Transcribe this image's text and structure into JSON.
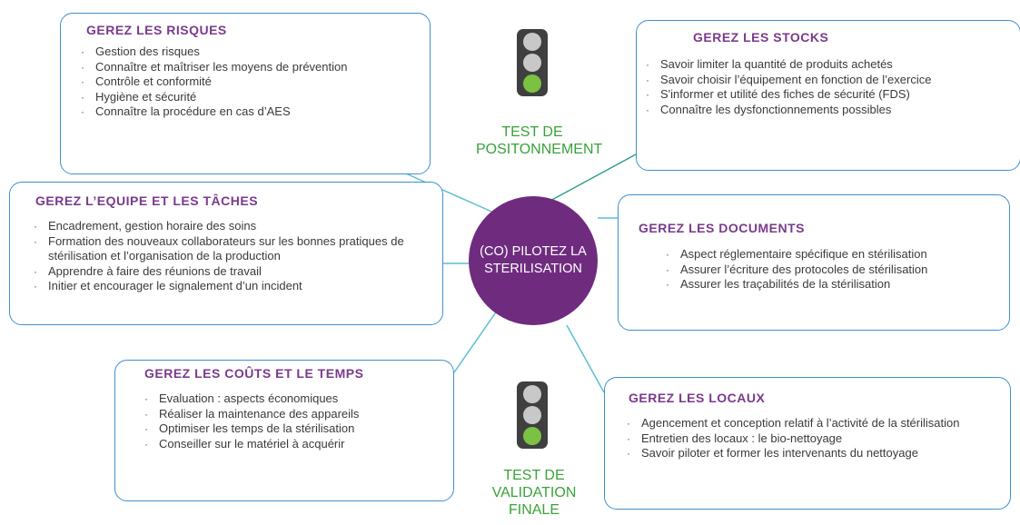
{
  "center": {
    "title": "(CO) PILOTEZ LA STERILISATION"
  },
  "tests": [
    {
      "label_line1": "TEST DE",
      "label_line2": "POSITONNEMENT",
      "label_line3": "",
      "active_lamp": "green"
    },
    {
      "label_line1": "TEST DE",
      "label_line2": "VALIDATION",
      "label_line3": "FINALE",
      "active_lamp": "green"
    }
  ],
  "boxes": {
    "risques": {
      "title": "GEREZ LES RISQUES",
      "items": [
        "Gestion des risques",
        "Connaître et maîtriser les moyens de prévention",
        "Contrôle et conformité",
        "Hygiène et sécurité",
        "Connaître la procédure en cas d’AES"
      ]
    },
    "stocks": {
      "title": "GEREZ LES STOCKS",
      "items": [
        "Savoir limiter la quantité de produits achetés",
        "Savoir choisir l’équipement en fonction de l’exercice",
        "S'informer et utilité des fiches de sécurité (FDS)",
        "Connaître les dysfonctionnements possibles"
      ]
    },
    "equipe": {
      "title": "GEREZ L’EQUIPE ET LES TÂCHES",
      "items": [
        "Encadrement, gestion horaire des soins",
        "Formation des nouveaux collaborateurs sur les bonnes pratiques de stérilisation et l’organisation de la production",
        "Apprendre à faire des réunions de travail",
        "Initier et encourager le signalement d’un incident"
      ]
    },
    "documents": {
      "title": "GEREZ LES DOCUMENTS",
      "items": [
        "Aspect réglementaire spécifique en stérilisation",
        "Assurer l’écriture des protocoles de stérilisation",
        "Assurer les traçabilités de la stérilisation"
      ]
    },
    "couts": {
      "title": "GEREZ LES COÛTS ET LE TEMPS",
      "items": [
        "Evaluation : aspects économiques",
        "Réaliser la maintenance des appareils",
        "Optimiser les temps de la stérilisation",
        "Conseiller sur le matériel à acquérir"
      ]
    },
    "locaux": {
      "title": "GEREZ LES LOCAUX",
      "items": [
        "Agencement et conception relatif à l’activité de la stérilisation",
        "Entretien des locaux : le bio-nettoyage",
        "Savoir piloter et former les intervenants du nettoyage"
      ]
    }
  },
  "colors": {
    "hub": "#6f2c7f",
    "title": "#7a3a8c",
    "border": "#3f8fd0",
    "connector": "#5bbfd0",
    "test_label": "#3aa23a",
    "lamp_on": "#7cc242"
  }
}
